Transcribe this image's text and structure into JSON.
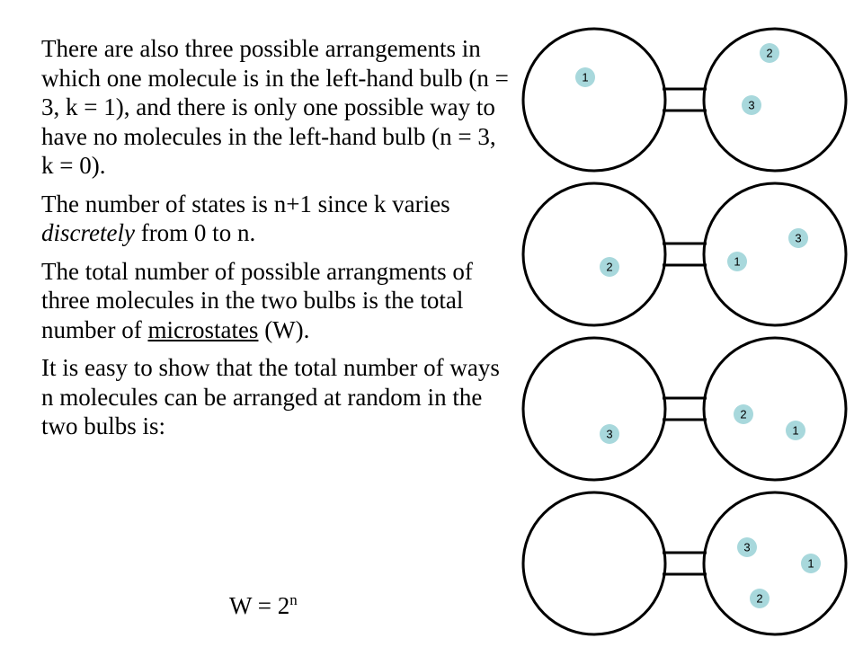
{
  "paragraphs": {
    "p1": "There are also three possible arrangements in which one molecule is in the left-hand bulb (n = 3, k = 1), and there is only one possible way to have no molecules in the left-hand bulb (n = 3, k = 0).",
    "p2_before": "The number of states is n+1 since k varies ",
    "p2_emph": "discretely",
    "p2_after": " from 0 to n.",
    "p3_before": "The total number of possible arrangments of three molecules in the two bulbs is the total number of ",
    "p3_underlined": "microstates",
    "p3_after": " (W).",
    "p4": "It is easy to show that the total number of ways n molecules can be arranged at random in the two bulbs is:"
  },
  "formula": {
    "lhs": "W = 2",
    "exponent": "n"
  },
  "diagrams": [
    {
      "molecules": [
        "1",
        "2",
        "3"
      ]
    },
    {
      "molecules": [
        "2",
        "1",
        "3"
      ]
    },
    {
      "molecules": [
        "3",
        "2",
        "1"
      ]
    },
    {
      "molecules": [
        "3",
        "1",
        "2"
      ]
    }
  ],
  "colors": {
    "molecule_fill": "#a8d8dc",
    "bulb_stroke": "#000000",
    "text": "#000000"
  }
}
